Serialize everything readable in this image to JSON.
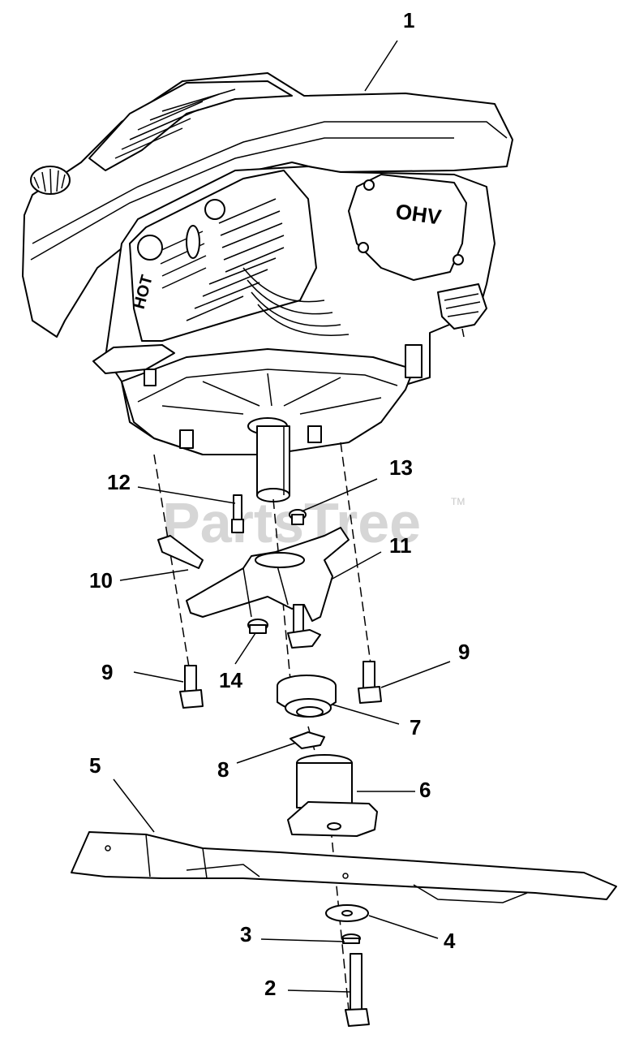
{
  "watermark": {
    "text": "PartsTree",
    "trademark": "TM"
  },
  "engine_labels": {
    "valve_cover": "OHV",
    "muffler_warning": "HOT"
  },
  "callouts": [
    {
      "id": "1",
      "part": "engine"
    },
    {
      "id": "2",
      "part": "blade-bolt"
    },
    {
      "id": "3",
      "part": "lock-washer"
    },
    {
      "id": "4",
      "part": "flat-washer"
    },
    {
      "id": "5",
      "part": "mower-blade"
    },
    {
      "id": "6",
      "part": "blade-adapter"
    },
    {
      "id": "7",
      "part": "pulley"
    },
    {
      "id": "8",
      "part": "key"
    },
    {
      "id": "9",
      "part": "mount-bolt"
    },
    {
      "id": "9",
      "part": "mount-bolt"
    },
    {
      "id": "10",
      "part": "deflector-bracket"
    },
    {
      "id": "11",
      "part": "bracket"
    },
    {
      "id": "12",
      "part": "stud"
    },
    {
      "id": "13",
      "part": "nut"
    },
    {
      "id": "14",
      "part": "nut"
    }
  ]
}
